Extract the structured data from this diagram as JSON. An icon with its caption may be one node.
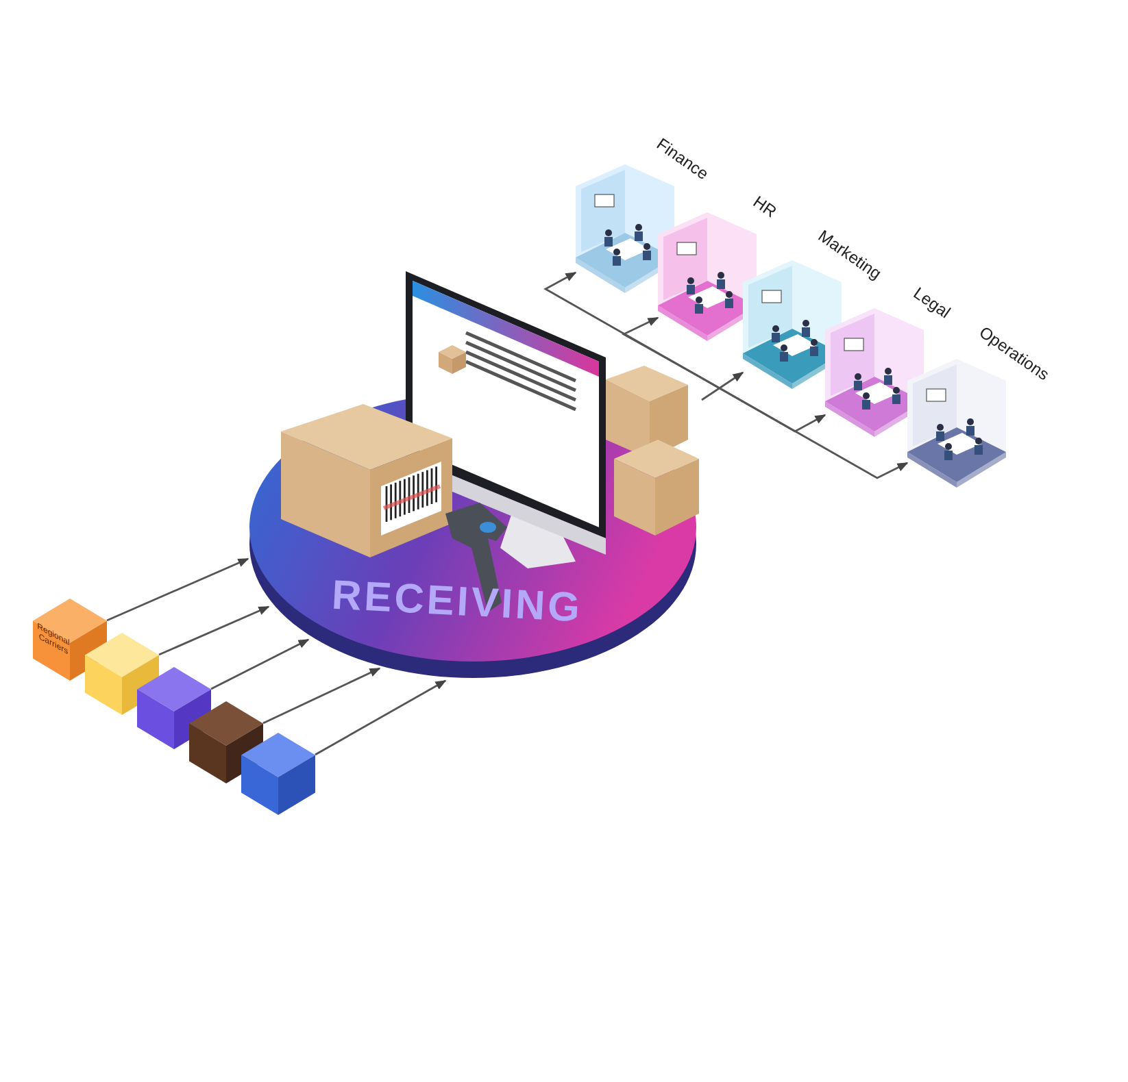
{
  "diagram": {
    "nodes": [
      {
        "text": [
          "Regional Carriers"
        ]
      },
      {
        "text": [],
        "shape": "box"
      },
      {
        "text": [],
        "shape": "box"
      },
      {
        "text": [],
        "shape": "box"
      },
      {
        "text": [],
        "shape": "box"
      },
      {
        "text": [
          "RECEIVING"
        ]
      },
      {
        "text": [
          "Finance"
        ]
      },
      {
        "text": [
          "HR"
        ]
      },
      {
        "text": [
          "Marketing"
        ]
      },
      {
        "text": [
          "Legal"
        ]
      },
      {
        "text": [
          "Operations"
        ]
      }
    ],
    "edges": [
      {
        "from": 0,
        "to": 5,
        "arrow": "to"
      },
      {
        "from": 1,
        "to": 5,
        "arrow": "to"
      },
      {
        "from": 2,
        "to": 5,
        "arrow": "to"
      },
      {
        "from": 3,
        "to": 5,
        "arrow": "to"
      },
      {
        "from": 4,
        "to": 5,
        "arrow": "to"
      },
      {
        "from": 5,
        "to": 6,
        "arrow": "to"
      },
      {
        "from": 5,
        "to": 7,
        "arrow": "to"
      },
      {
        "from": 5,
        "to": 8,
        "arrow": "to"
      },
      {
        "from": 5,
        "to": 9,
        "arrow": "to"
      },
      {
        "from": 5,
        "to": 10,
        "arrow": "to"
      }
    ]
  }
}
